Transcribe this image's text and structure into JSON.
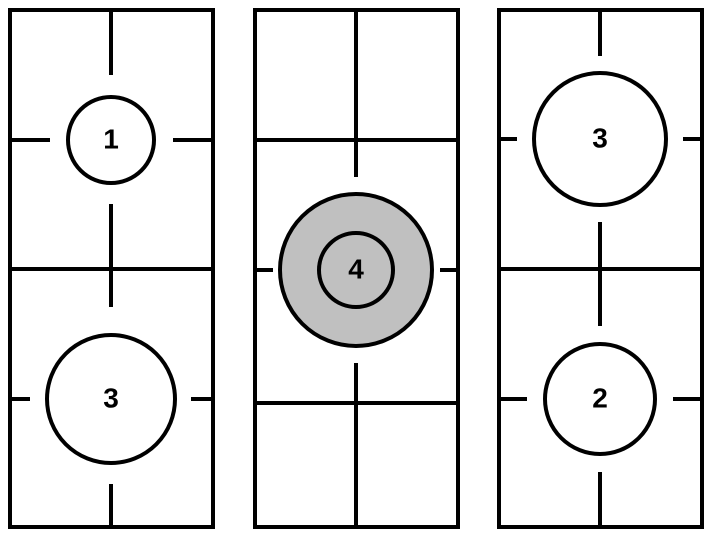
{
  "colors": {
    "stroke": "#000000",
    "background": "#ffffff",
    "burner_fill": "#ffffff",
    "highlight_fill": "#c0c0c0"
  },
  "burners": {
    "left_top": {
      "label": "1"
    },
    "left_bottom": {
      "label": "3"
    },
    "center": {
      "label": "4",
      "highlighted": true
    },
    "right_top": {
      "label": "3"
    },
    "right_bottom": {
      "label": "2"
    }
  }
}
